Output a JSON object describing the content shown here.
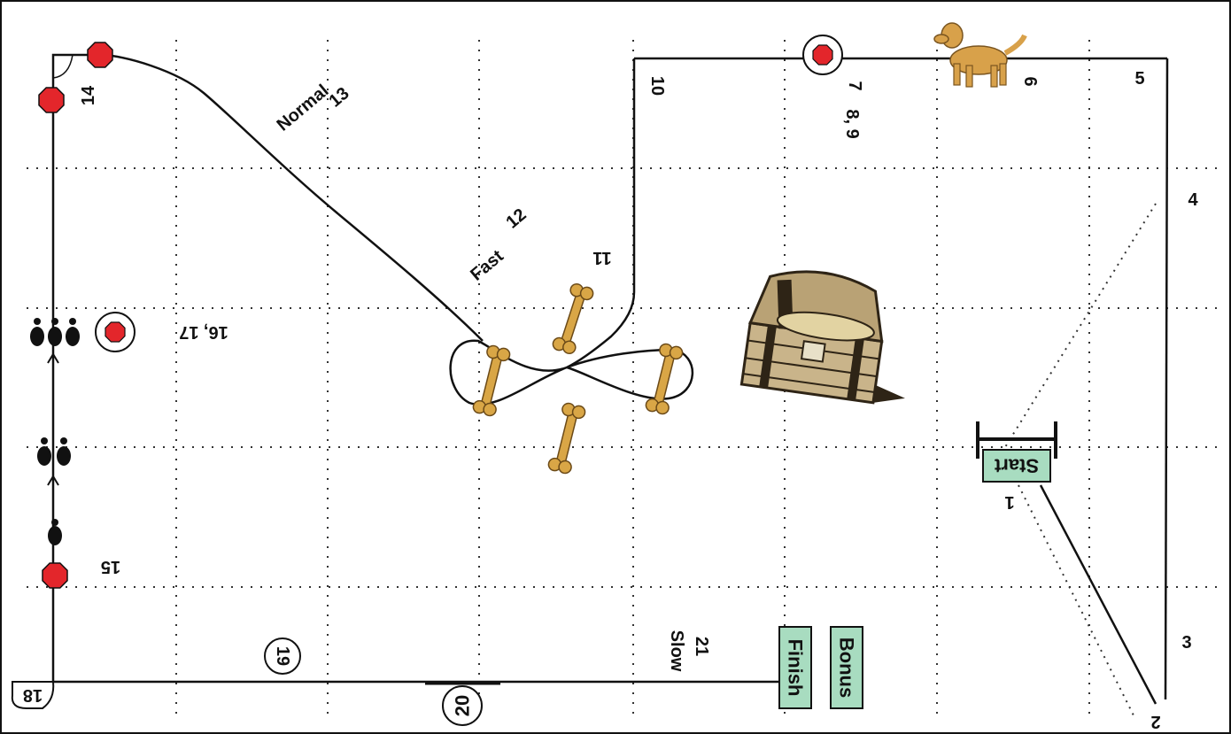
{
  "stations": {
    "s1": "1",
    "s2": "2",
    "s3": "3",
    "s4": "4",
    "s5": "5",
    "s6": "6",
    "s7": "7",
    "s8_9": "8, 9",
    "s10": "10",
    "s11": "11",
    "s12": "12",
    "s13": "13",
    "s14": "14",
    "s15": "15",
    "s16_17": "16, 17",
    "s18": "18",
    "s19": "19",
    "s20": "20",
    "s21": "21"
  },
  "labels": {
    "normal": "Normal",
    "fast": "Fast",
    "slow": "Slow"
  },
  "signs": {
    "start": "Start",
    "finish": "Finish",
    "bonus": "Bonus"
  },
  "colors": {
    "stop_marker": "#e3262b",
    "sign_fill": "#a8dcc0",
    "line": "#111111",
    "bone": "#d9a646",
    "dog": "#d8a14a",
    "chest": "#6b5433"
  }
}
